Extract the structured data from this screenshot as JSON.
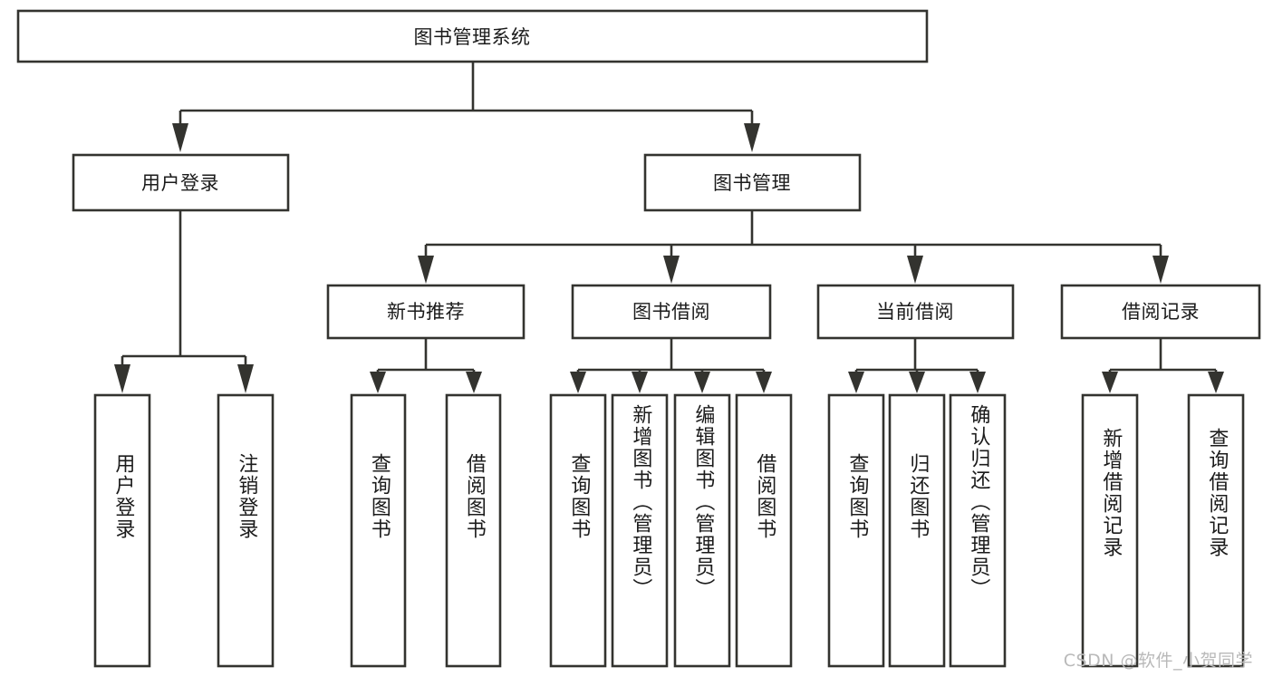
{
  "diagram": {
    "type": "tree-hierarchy-chart",
    "title_node": {
      "label": "图书管理系统"
    },
    "level2": [
      {
        "label": "用户登录"
      },
      {
        "label": "图书管理"
      }
    ],
    "level3": [
      {
        "label": "新书推荐"
      },
      {
        "label": "图书借阅"
      },
      {
        "label": "当前借阅"
      },
      {
        "label": "借阅记录"
      }
    ],
    "leaves": {
      "user_login": [
        {
          "label": "用户登录"
        },
        {
          "label": "注销登录"
        }
      ],
      "new_book_recommend": [
        {
          "label": "查询图书"
        },
        {
          "label": "借阅图书"
        }
      ],
      "book_borrow": [
        {
          "label": "查询图书"
        },
        {
          "label": "新增图书（管理员）"
        },
        {
          "label": "编辑图书（管理员）"
        },
        {
          "label": "借阅图书"
        }
      ],
      "current_borrow": [
        {
          "label": "查询图书"
        },
        {
          "label": "归还图书"
        },
        {
          "label": "确认归还（管理员）"
        }
      ],
      "borrow_record": [
        {
          "label": "新增借阅记录"
        },
        {
          "label": "查询借阅记录"
        }
      ]
    }
  },
  "watermark": {
    "text": "CSDN @软件_小贺同学"
  },
  "colors": {
    "stroke": "#33332f",
    "text": "#1b1b1b",
    "background": "#ffffff",
    "watermark": "#b9b9b9"
  }
}
